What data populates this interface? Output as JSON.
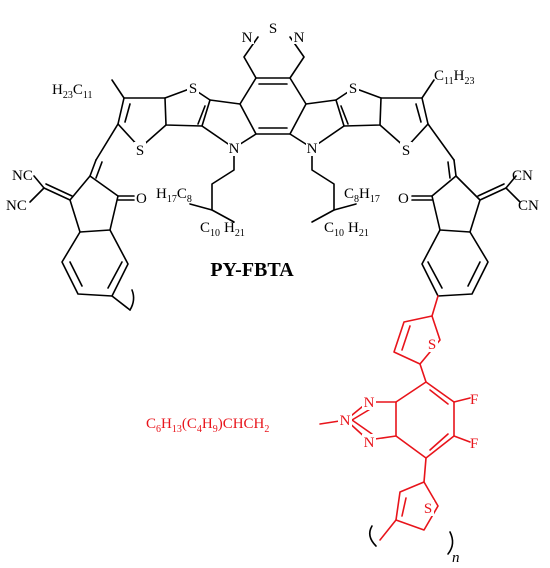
{
  "compound_name": "PY-FBTA",
  "repeat_index": "n",
  "labels": {
    "thiadiazole_S": "S",
    "thiadiazole_N_left": "N",
    "thiadiazole_N_right": "N",
    "thiophene_S": "S",
    "pyrrole_N": "N",
    "carbonyl_O": "O",
    "cyano": "NC",
    "cyano_right": "CN",
    "fluorine": "F",
    "triazole_N": "N",
    "H": "H",
    "C": "C",
    "alkyl_11": "11",
    "alkyl_23": "23",
    "alkyl_17": "17",
    "alkyl_8": "8",
    "alkyl_10": "10",
    "alkyl_21": "21"
  },
  "side_chain_red": {
    "text": "C",
    "s6": "6",
    "h": "H",
    "s13": "13",
    "c4": "(C",
    "s4": "4",
    "h9": "H",
    "s9": "9",
    "tail": ")CHCH",
    "s2": "2"
  },
  "colors": {
    "core": "#000000",
    "donor_unit": "#e8141b"
  }
}
